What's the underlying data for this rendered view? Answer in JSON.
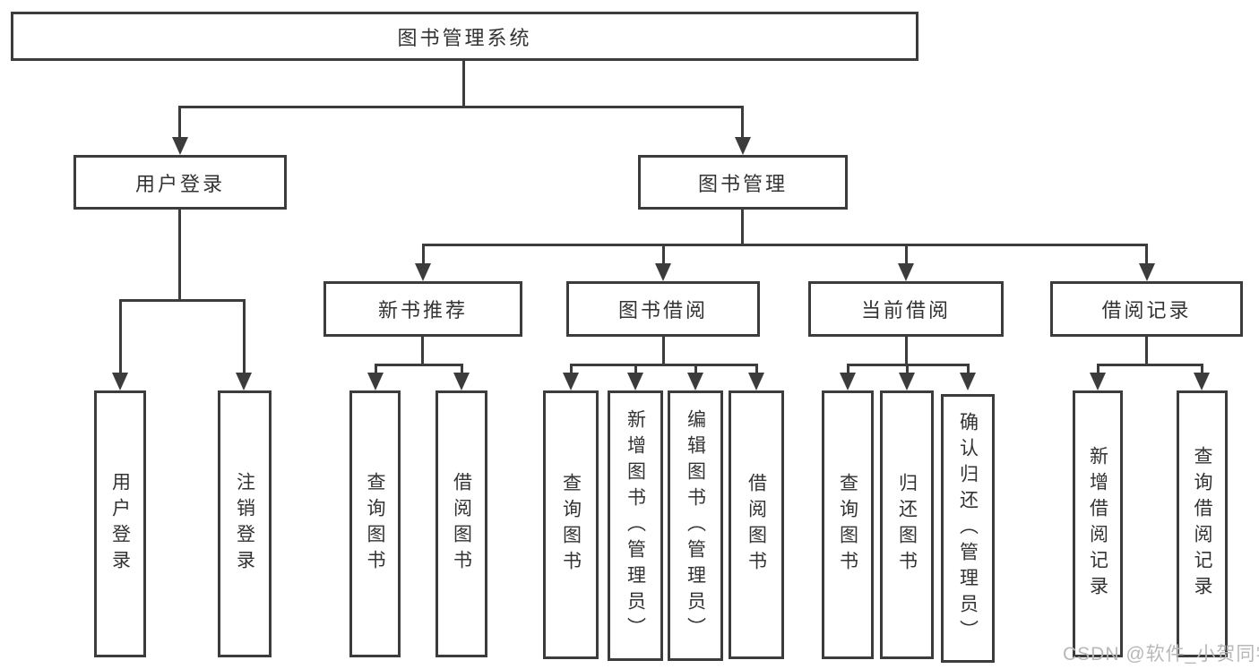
{
  "palette": {
    "line_color": "#3c3c3c",
    "text_color": "#333333",
    "watermark_color": "#b8b8b8",
    "background": "#ffffff"
  },
  "watermark": "CSDN @软件_小贺同学",
  "tree": {
    "root": {
      "label": "图书管理系统"
    },
    "user_login": {
      "label": "用户登录",
      "children": {
        "login": {
          "label": "用户登录"
        },
        "logout": {
          "label": "注销登录"
        }
      }
    },
    "book_management": {
      "label": "图书管理",
      "children": {
        "new_books": {
          "label": "新书推荐",
          "children": {
            "query_books": {
              "label": "查询图书"
            },
            "borrow_books": {
              "label": "借阅图书"
            }
          }
        },
        "book_borrowing": {
          "label": "图书借阅",
          "children": {
            "query_books": {
              "label": "查询图书"
            },
            "add_books": {
              "label": "新增图书（管理员）"
            },
            "edit_books": {
              "label": "编辑图书（管理员）"
            },
            "borrow_books": {
              "label": "借阅图书"
            }
          }
        },
        "current_borrowing": {
          "label": "当前借阅",
          "children": {
            "query_books": {
              "label": "查询图书"
            },
            "return_books": {
              "label": "归还图书"
            },
            "confirm_return": {
              "label": "确认归还（管理员）"
            }
          }
        },
        "borrowing_records": {
          "label": "借阅记录",
          "children": {
            "add_record": {
              "label": "新增借阅记录"
            },
            "query_record": {
              "label": "查询借阅记录"
            }
          }
        }
      }
    }
  }
}
